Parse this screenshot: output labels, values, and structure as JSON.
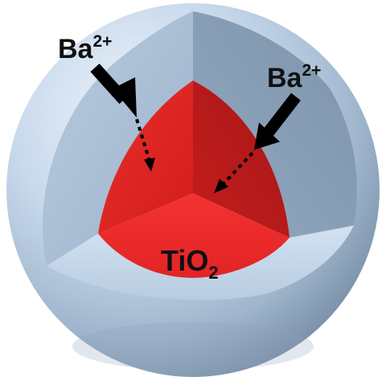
{
  "labels": {
    "ion_left": {
      "base": "Ba",
      "sup": "2+"
    },
    "ion_right": {
      "base": "Ba",
      "sup": "2+"
    },
    "core": {
      "base": "TiO",
      "sub": "2"
    }
  },
  "colors": {
    "shell_light": "#dce8f5",
    "shell_mid": "#b9cde3",
    "shell_dark": "#7f95ad",
    "shell_rim": "#9fb3c9",
    "cut_face_left": "#a9bfd6",
    "cut_face_right": "#8fa4bb",
    "cut_face_bottom": "#c6d7ea",
    "core_left": "#e0201e",
    "core_right": "#b81a1a",
    "core_bottom": "#f02a2a",
    "arrow": "#000000"
  }
}
